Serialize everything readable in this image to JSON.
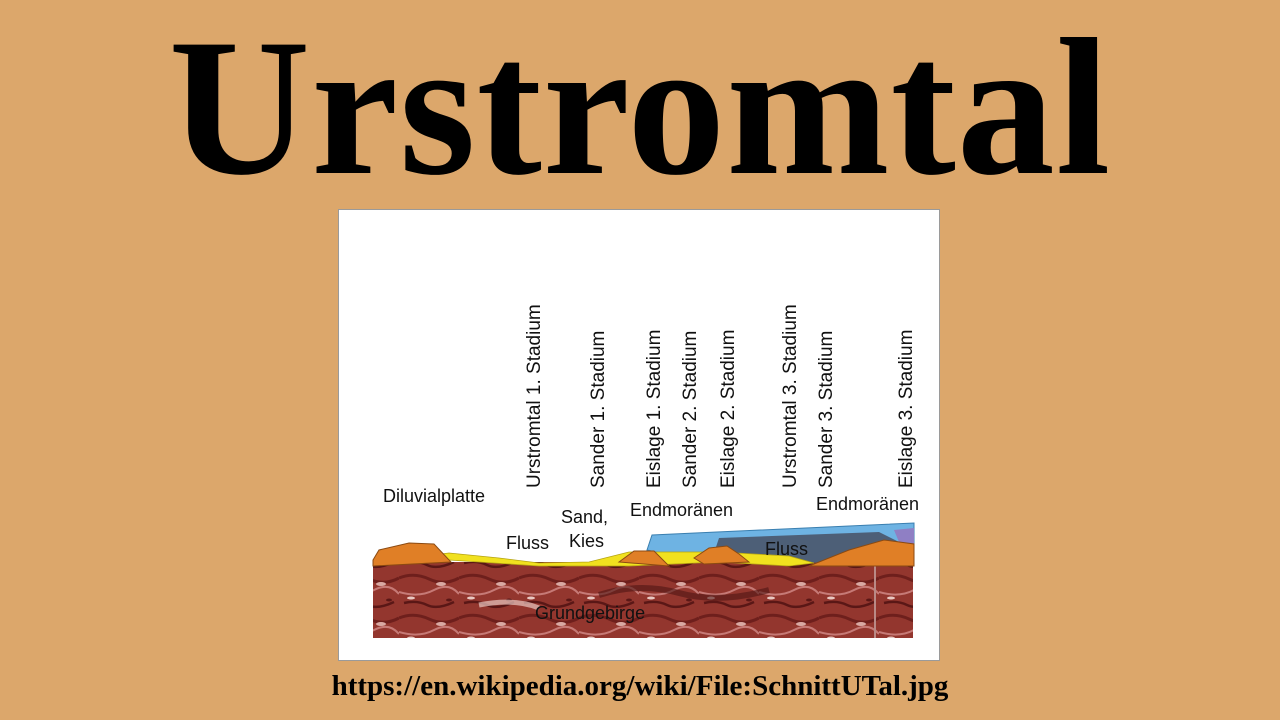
{
  "title": "Urstromtal",
  "source_url": "https://en.wikipedia.org/wiki/File:SchnittUTal.jpg",
  "diagram": {
    "vertical_labels": [
      "Urstromtal 1. Stadium",
      "Sander 1. Stadium",
      "Eislage 1. Stadium",
      "Sander 2. Stadium",
      "Eislage 2. Stadium",
      "Urstromtal 3. Stadium",
      "Sander 3. Stadium",
      "Eislage 3. Stadium"
    ],
    "diluvialplatte": "Diluvialplatte",
    "sand": "Sand,",
    "kies": "Kies",
    "fluss_left": "Fluss",
    "endmoraenen_1": "Endmoränen",
    "endmoraenen_2": "Endmoränen",
    "fluss_right": "Fluss",
    "grundgebirge": "Grundgebirge"
  },
  "colors": {
    "background": "#dca76b",
    "bedrock": "#93362e",
    "moraine": "#e07f26",
    "sand": "#f1e11f",
    "ice": "#6eb3e3",
    "river": "#4d5f77",
    "ice_top": "#8f7fc4"
  }
}
